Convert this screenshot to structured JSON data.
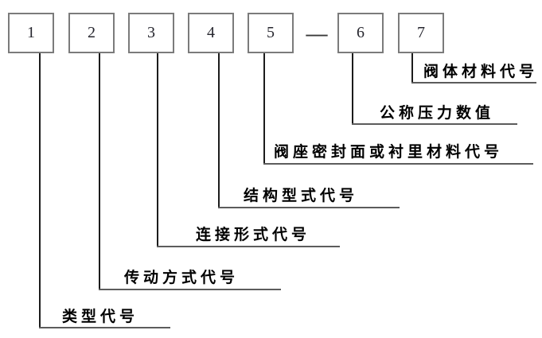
{
  "diagram": {
    "separator": "—",
    "items": [
      {
        "digit": "1",
        "label": "类型代号"
      },
      {
        "digit": "2",
        "label": "传动方式代号"
      },
      {
        "digit": "3",
        "label": "连接形式代号"
      },
      {
        "digit": "4",
        "label": "结构型式代号"
      },
      {
        "digit": "5",
        "label": "阀座密封面或衬里材料代号"
      },
      {
        "digit": "6",
        "label": "公称压力数值"
      },
      {
        "digit": "7",
        "label": "阀体材料代号"
      }
    ]
  },
  "colors": {
    "bg": "#ffffff",
    "box-border": "#7b7b7b",
    "line": "#1c1c1c",
    "underline": "#5c5c5c",
    "text": "#000000"
  }
}
